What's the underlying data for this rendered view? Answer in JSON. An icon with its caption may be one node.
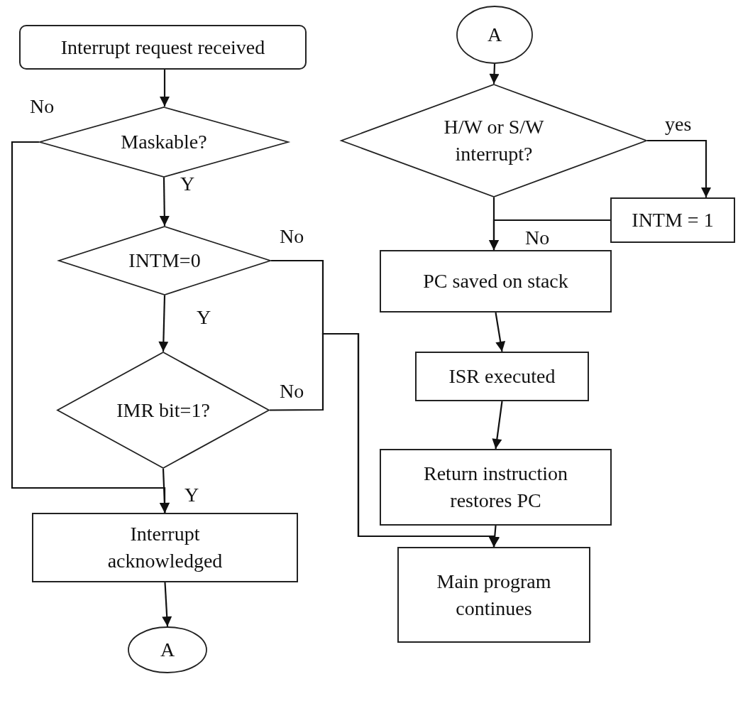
{
  "diagram": {
    "nodes": [
      {
        "text": [
          "Interrupt request received"
        ]
      },
      {
        "text": [
          "Maskable?"
        ]
      },
      {
        "text": [
          "INTM=0"
        ]
      },
      {
        "text": [
          "IMR bit=1?"
        ]
      },
      {
        "text": [
          "Interrupt acknowledged"
        ]
      },
      {
        "text": [
          "A"
        ]
      },
      {
        "text": [
          "A"
        ]
      },
      {
        "text": [
          "H/W or S/W interrupt?"
        ]
      },
      {
        "text": [
          "INTM = 1"
        ]
      },
      {
        "text": [
          "PC saved on stack"
        ]
      },
      {
        "text": [
          "ISR executed"
        ]
      },
      {
        "text": [
          "Return instruction restores PC"
        ]
      },
      {
        "text": [
          "Main program continues"
        ]
      }
    ],
    "edges": [
      {
        "from": 0,
        "to": 1,
        "arrow": "to"
      },
      {
        "from": 1,
        "to": 2,
        "arrow": "to",
        "label": "Y"
      },
      {
        "from": 2,
        "to": 3,
        "arrow": "to",
        "label": "Y"
      },
      {
        "from": 3,
        "to": 4,
        "arrow": "to",
        "label": "Y"
      },
      {
        "from": 1,
        "to": 4,
        "arrow": "to",
        "label": "No"
      },
      {
        "from": 2,
        "to": 12,
        "arrow": "to",
        "label": "No"
      },
      {
        "from": 3,
        "to": 12,
        "arrow": "to",
        "label": "No"
      },
      {
        "from": 4,
        "to": 5,
        "arrow": "to"
      },
      {
        "from": 6,
        "to": 7,
        "arrow": "to"
      },
      {
        "from": 7,
        "to": 8,
        "arrow": "to",
        "label": "yes"
      },
      {
        "from": 7,
        "to": 9,
        "arrow": "to",
        "label": "No"
      },
      {
        "from": 8,
        "to": 9,
        "arrow": "to"
      },
      {
        "from": 9,
        "to": 10,
        "arrow": "to"
      },
      {
        "from": 10,
        "to": 11,
        "arrow": "to"
      },
      {
        "from": 11,
        "to": 12,
        "arrow": "to"
      }
    ]
  }
}
